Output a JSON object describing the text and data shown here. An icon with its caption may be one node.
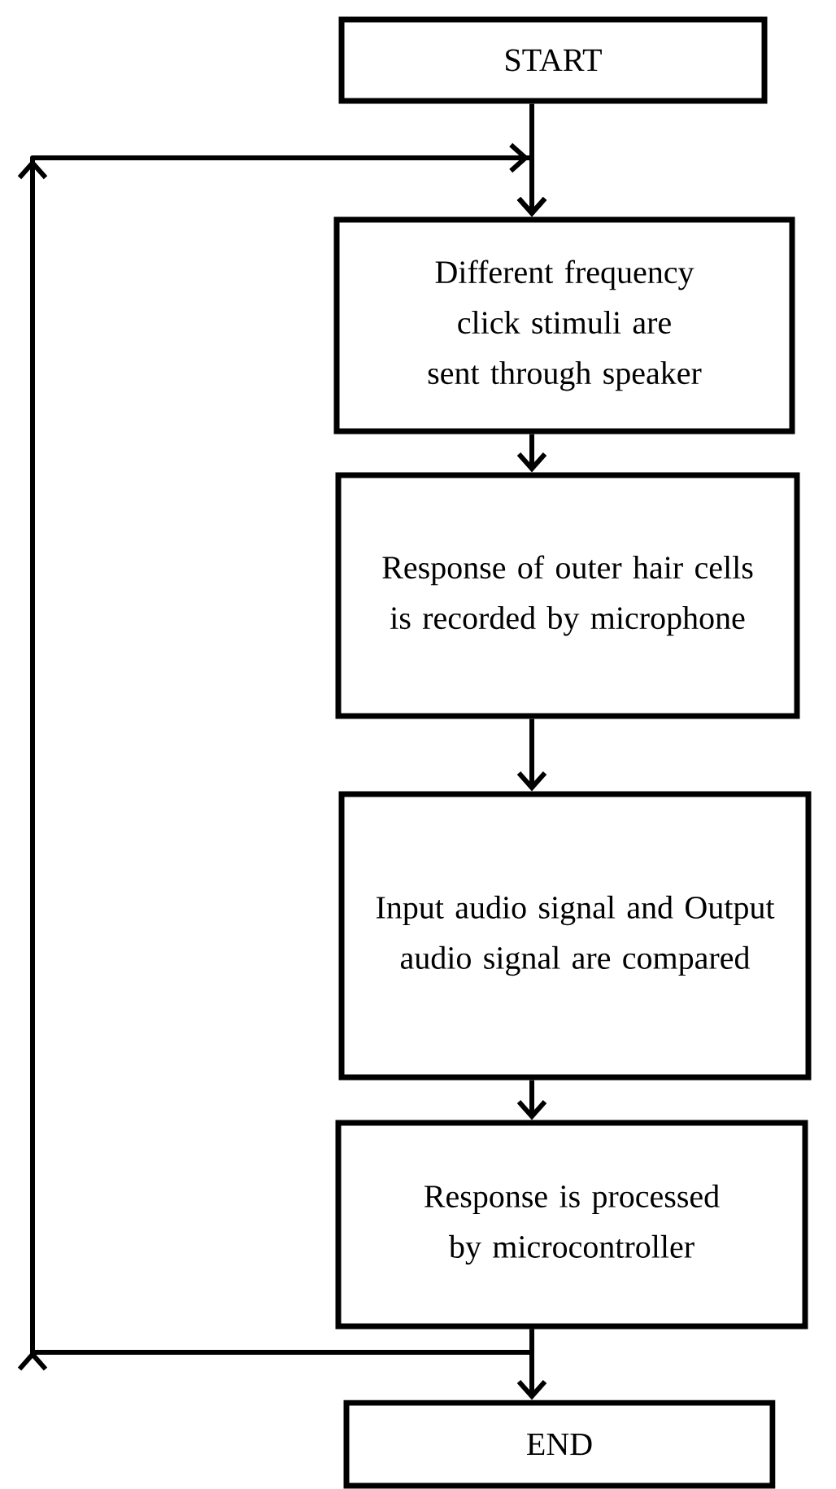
{
  "diagram": {
    "nodes": [
      {
        "text": [
          "START"
        ]
      },
      {
        "text": [
          "Different frequency click stimuli are sent through speaker"
        ]
      },
      {
        "text": [
          "Response of outer hair cells is recorded by microphone"
        ]
      },
      {
        "text": [
          "Input audio signal and Output audio signal are compared"
        ]
      },
      {
        "text": [
          "Response is processed by microcontroller"
        ]
      },
      {
        "text": [
          "END"
        ]
      }
    ],
    "edges": [
      {
        "from": 0,
        "to": 1,
        "arrow": "to"
      },
      {
        "from": 1,
        "to": 2,
        "arrow": "to"
      },
      {
        "from": 2,
        "to": 3,
        "arrow": "to"
      },
      {
        "from": 3,
        "to": 4,
        "arrow": "to"
      },
      {
        "from": 4,
        "to": 5,
        "arrow": "to"
      },
      {
        "from": 4,
        "to": 1,
        "arrow": "to"
      }
    ]
  }
}
